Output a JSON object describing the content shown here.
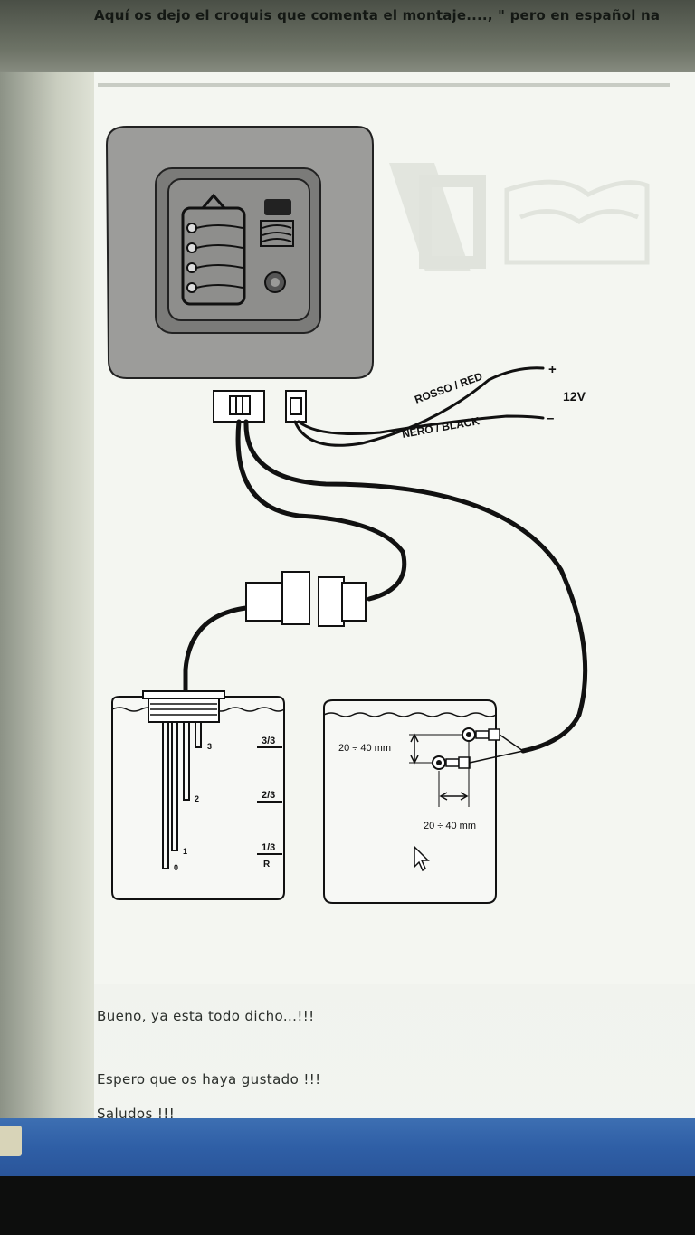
{
  "post": {
    "heading": "Aquí os dejo el croquis que comenta el montaje...., \" pero en español na",
    "line1": "Bueno, ya esta todo dicho...!!!",
    "line2": "Espero que os haya gustado !!!",
    "line3": "Saludos !!!"
  },
  "diagram": {
    "wire_red": "ROSSO / RED",
    "wire_black": "NERO / BLACK",
    "voltage": "12V",
    "plus": "+",
    "minus": "–",
    "level_3_3": "3/3",
    "level_2_3": "2/3",
    "level_1_3": "1/3",
    "level_r": "R",
    "probe_3": "3",
    "probe_2": "2",
    "probe_1": "1",
    "probe_0": "0",
    "dist_vertical": "20 ÷ 40 mm",
    "dist_horizontal": "20 ÷ 40 mm"
  },
  "colors": {
    "taskbar": "#2f5fa6",
    "panel_body": "#9a9a98",
    "ink": "#111111"
  },
  "icons": [
    "tank-level-icon",
    "tank-fill-icon",
    "led-indicator-icon",
    "mouse-cursor-icon",
    "start-button-icon"
  ]
}
